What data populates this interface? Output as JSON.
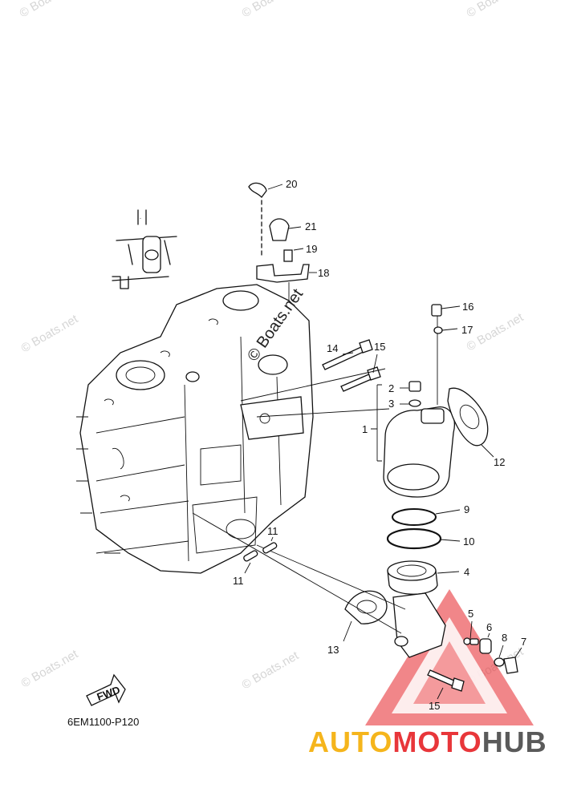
{
  "diagram": {
    "code": "6EM1100-P120",
    "fwd_label": "FWD",
    "callouts": {
      "c1": "1",
      "c2": "2",
      "c3": "3",
      "c4": "4",
      "c5": "5",
      "c6": "6",
      "c7": "7",
      "c8": "8",
      "c9": "9",
      "c10": "10",
      "c11a": "11",
      "c11b": "11",
      "c12": "12",
      "c13": "13",
      "c14": "14",
      "c15a": "15",
      "c15b": "15",
      "c16": "16",
      "c17": "17",
      "c18": "18",
      "c19": "19",
      "c20": "20",
      "c21": "21"
    },
    "watermark": "© Boats.net",
    "center_watermark": "© Boats.net"
  },
  "brand": {
    "part1": "AUTO",
    "part2": "MOTO",
    "part3": "HUB",
    "colors": {
      "auto": "#f5b51c",
      "moto": "#e8363a",
      "hub": "#5a5a5a"
    }
  }
}
